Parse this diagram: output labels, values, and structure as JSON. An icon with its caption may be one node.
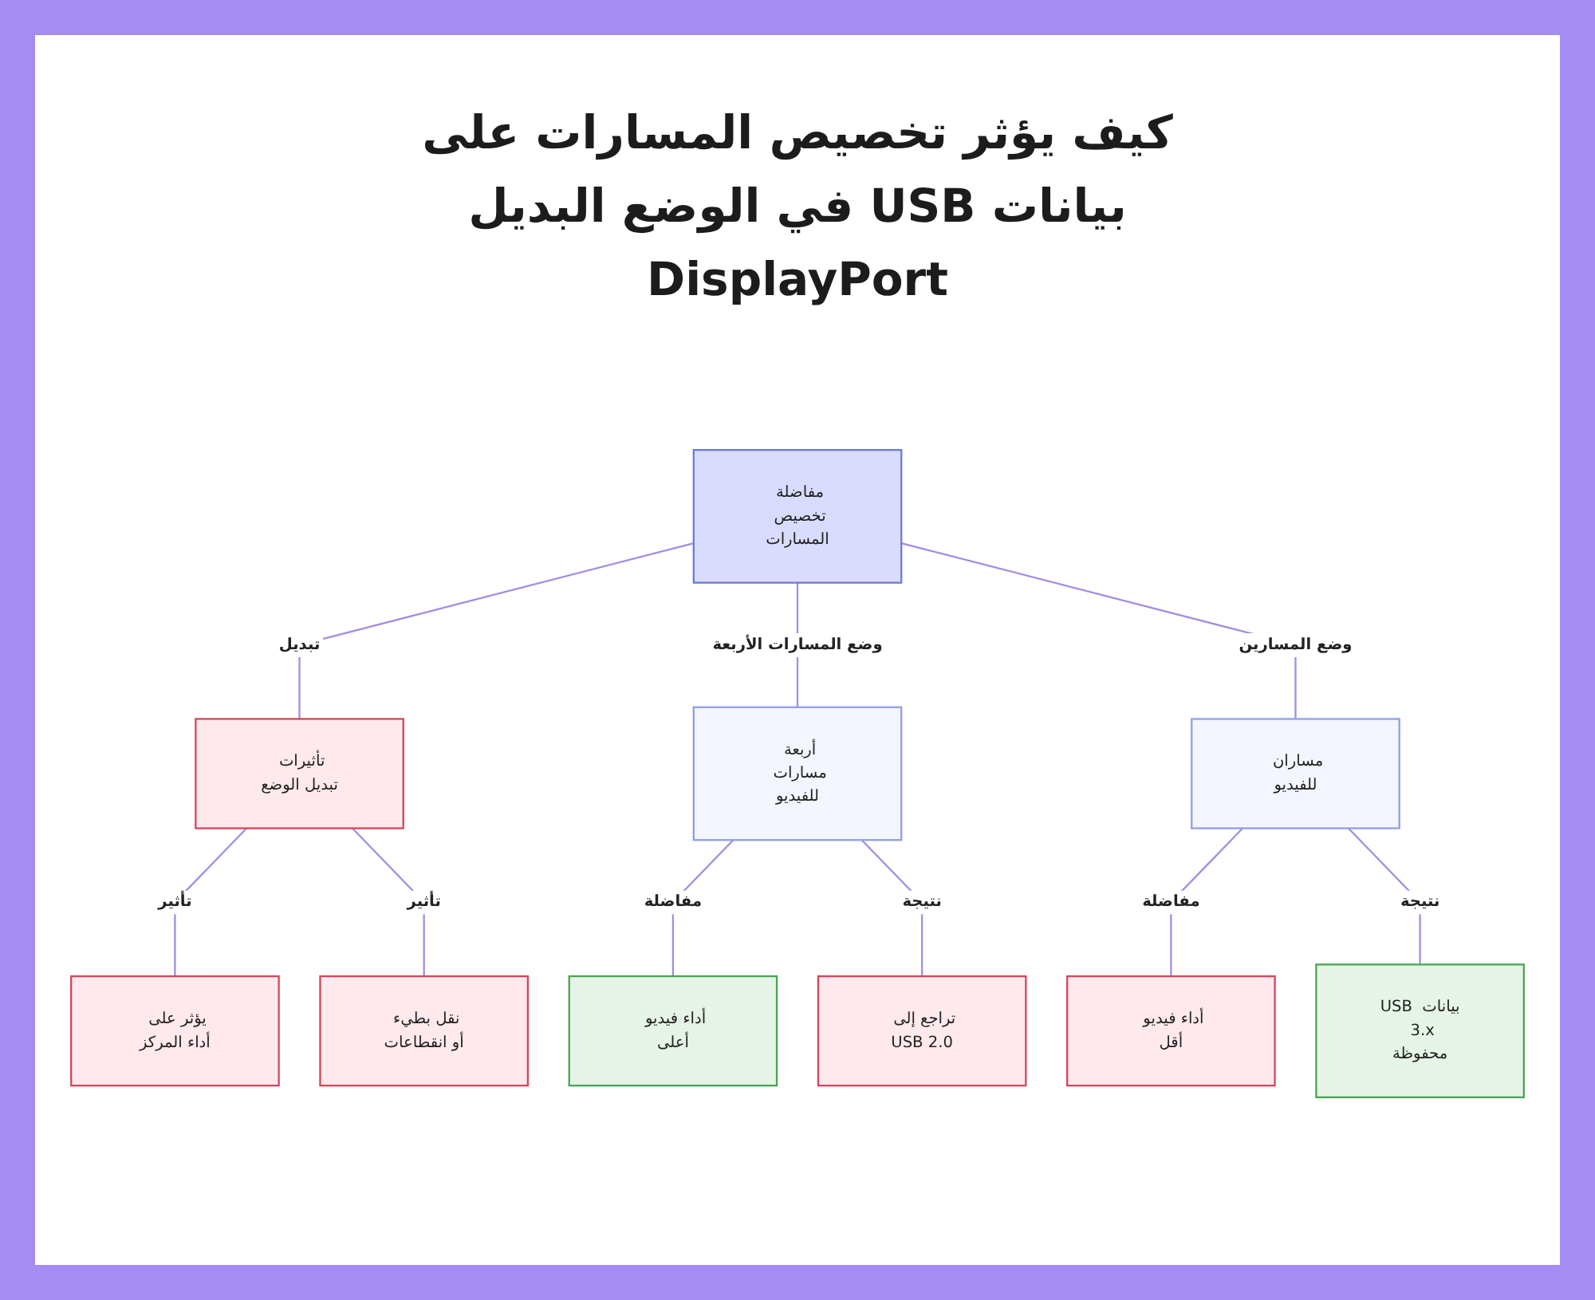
{
  "diagram": {
    "title": "كيف يؤثر تخصيص المسارات على بيانات USB في الوضع البديل DisplayPort",
    "nodes": [
      {
        "text": [
          "مفاضلة تخصيص المسارات"
        ]
      },
      {
        "text": [
          "تأثيرات تبديل الوضع"
        ]
      },
      {
        "text": [
          "أربعة مسارات للفيديو"
        ]
      },
      {
        "text": [
          "مساران للفيديو"
        ]
      },
      {
        "text": [
          "يؤثر على أداء المركز"
        ]
      },
      {
        "text": [
          "نقل بطيء أو انقطاعات"
        ]
      },
      {
        "text": [
          "أداء فيديو أعلى"
        ]
      },
      {
        "text": [
          "تراجع إلى USB 2.0"
        ]
      },
      {
        "text": [
          "أداء فيديو أقل"
        ]
      },
      {
        "text": [
          "بيانات USB 3.x محفوظة"
        ]
      }
    ],
    "edges": [
      {
        "from": 0,
        "to": 1,
        "arrow": "none",
        "label": "تبديل"
      },
      {
        "from": 0,
        "to": 2,
        "arrow": "none",
        "label": "وضع المسارات الأربعة"
      },
      {
        "from": 0,
        "to": 3,
        "arrow": "none",
        "label": "وضع المسارين"
      },
      {
        "from": 1,
        "to": 4,
        "arrow": "none",
        "label": "تأثير"
      },
      {
        "from": 1,
        "to": 5,
        "arrow": "none",
        "label": "تأثير"
      },
      {
        "from": 2,
        "to": 6,
        "arrow": "none",
        "label": "مفاضلة"
      },
      {
        "from": 2,
        "to": 7,
        "arrow": "none",
        "label": "نتيجة"
      },
      {
        "from": 3,
        "to": 8,
        "arrow": "none",
        "label": "مفاضلة"
      },
      {
        "from": 3,
        "to": 9,
        "arrow": "none",
        "label": "نتيجة"
      }
    ]
  }
}
